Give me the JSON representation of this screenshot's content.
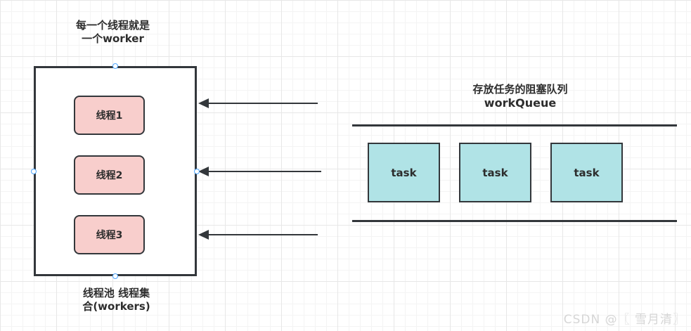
{
  "diagram": {
    "worker_note": {
      "line1": "每一个线程就是",
      "line2": "一个worker"
    },
    "pool_note": {
      "line1": "线程池 线程集",
      "line2": "合(workers)"
    },
    "queue_note": {
      "line1": "存放任务的阻塞队列",
      "line2": "workQueue"
    },
    "threads": [
      {
        "label": "线程1"
      },
      {
        "label": "线程2"
      },
      {
        "label": "线程3"
      }
    ],
    "tasks": [
      {
        "label": "task"
      },
      {
        "label": "task"
      },
      {
        "label": "task"
      }
    ]
  },
  "watermark": {
    "text": "CSDN @〖 雪月清〗"
  },
  "colors": {
    "background": "#ffffff",
    "grid_minor": "#f4f4f4",
    "grid_major": "#e7e7e7",
    "stroke_dark": "#33373b",
    "thread_fill": "#f8cecc",
    "task_fill": "#b0e3e6",
    "container_fill": "#ffffff",
    "connection_point": "#4da6ff",
    "text": "#2d2d2d",
    "watermark": "#d6d6d6"
  }
}
